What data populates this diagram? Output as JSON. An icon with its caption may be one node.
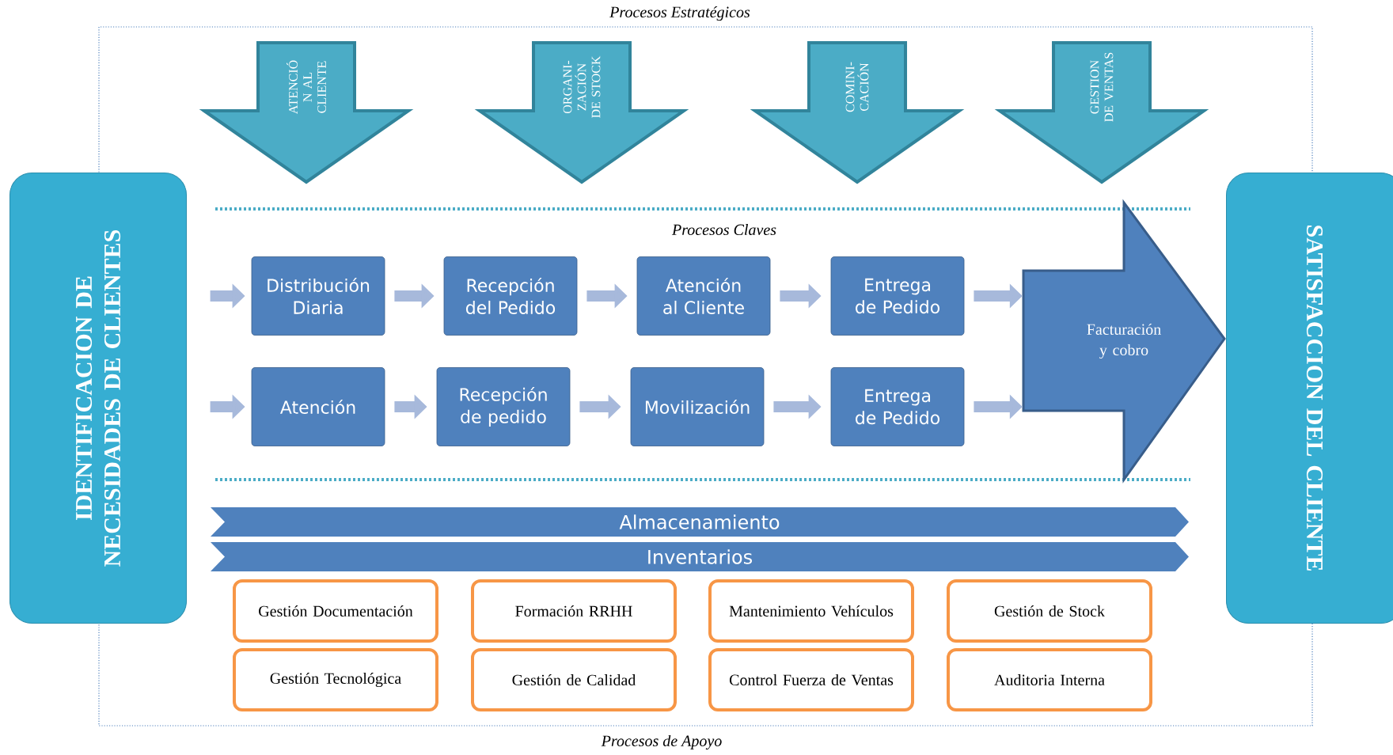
{
  "diagram": {
    "nodes": [
      {
        "text": [
          "IDENTIFICACION DE NECESIDADES DE CLIENTES"
        ]
      },
      {
        "text": [
          "SATISFACCION DEL CLIENTE"
        ]
      },
      {
        "text": [
          "ATENCIÓ N AL CLIENTE"
        ]
      },
      {
        "text": [
          "ORGANI- ZACIÓN DE STOCK"
        ]
      },
      {
        "text": [
          "COMINI- CACIÓN"
        ]
      },
      {
        "text": [
          "GESTION DE VENTAS"
        ]
      },
      {
        "text": [
          "Distribución Diaria"
        ]
      },
      {
        "text": [
          "Recepción del Pedido"
        ]
      },
      {
        "text": [
          "Atención al Cliente"
        ]
      },
      {
        "text": [
          "Entrega de Pedido"
        ]
      },
      {
        "text": [
          "Atención"
        ]
      },
      {
        "text": [
          "Recepción de pedido"
        ]
      },
      {
        "text": [
          "Movilización"
        ]
      },
      {
        "text": [
          "Entrega de Pedido"
        ]
      },
      {
        "text": [
          "Facturación y cobro"
        ]
      },
      {
        "text": [
          "Almacenamiento"
        ]
      },
      {
        "text": [
          "Inventarios"
        ]
      },
      {
        "text": [
          "Gestión Documentación"
        ]
      },
      {
        "text": [
          "Formación RRHH"
        ]
      },
      {
        "text": [
          "Mantenimiento Vehículos"
        ]
      },
      {
        "text": [
          "Gestión de Stock"
        ]
      },
      {
        "text": [
          "Gestión Tecnológica"
        ]
      },
      {
        "text": [
          "Gestión de Calidad"
        ]
      },
      {
        "text": [
          "Control Fuerza de Ventas"
        ]
      },
      {
        "text": [
          "Auditoria Interna"
        ]
      }
    ],
    "edges": [
      {
        "from": null,
        "to": 6,
        "arrow": "to"
      },
      {
        "from": 6,
        "to": 7,
        "arrow": "to"
      },
      {
        "from": 7,
        "to": 8,
        "arrow": "to"
      },
      {
        "from": 8,
        "to": 9,
        "arrow": "to"
      },
      {
        "from": 9,
        "to": 14,
        "arrow": "to"
      },
      {
        "from": null,
        "to": 10,
        "arrow": "to"
      },
      {
        "from": 10,
        "to": 11,
        "arrow": "to"
      },
      {
        "from": 11,
        "to": 12,
        "arrow": "to"
      },
      {
        "from": 12,
        "to": 13,
        "arrow": "to"
      },
      {
        "from": 13,
        "to": 14,
        "arrow": "to"
      }
    ],
    "labels": [
      "Procesos Estratégicos",
      "Procesos Claves",
      "Procesos de Apoyo"
    ]
  }
}
